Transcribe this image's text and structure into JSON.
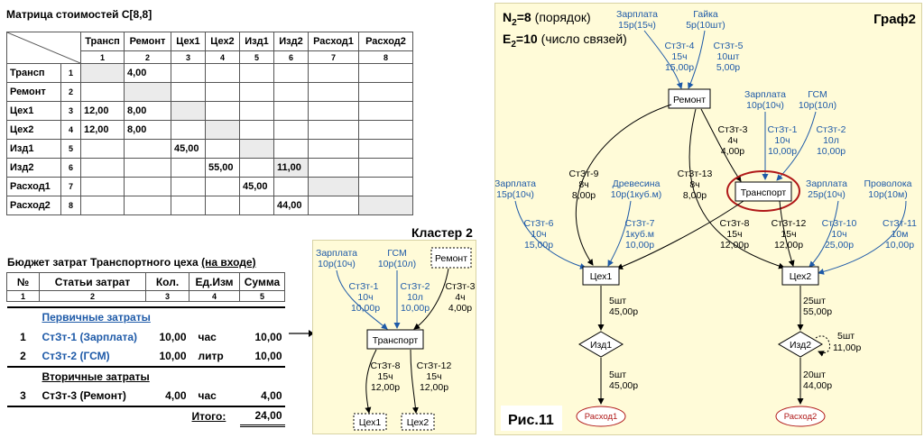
{
  "matrix": {
    "title": "Матрица стоимостей С[8,8]",
    "columns": [
      {
        "name": "Трансп",
        "idx": "1"
      },
      {
        "name": "Ремонт",
        "idx": "2"
      },
      {
        "name": "Цех1",
        "idx": "3"
      },
      {
        "name": "Цех2",
        "idx": "4"
      },
      {
        "name": "Изд1",
        "idx": "5"
      },
      {
        "name": "Изд2",
        "idx": "6"
      },
      {
        "name": "Расход1",
        "idx": "7"
      },
      {
        "name": "Расход2",
        "idx": "8"
      }
    ],
    "rows": [
      {
        "name": "Трансп",
        "idx": "1",
        "cells": [
          "",
          "4,00",
          "",
          "",
          "",
          "",
          "",
          ""
        ]
      },
      {
        "name": "Ремонт",
        "idx": "2",
        "cells": [
          "",
          "",
          "",
          "",
          "",
          "",
          "",
          ""
        ]
      },
      {
        "name": "Цех1",
        "idx": "3",
        "cells": [
          "12,00",
          "8,00",
          "",
          "",
          "",
          "",
          "",
          ""
        ]
      },
      {
        "name": "Цех2",
        "idx": "4",
        "cells": [
          "12,00",
          "8,00",
          "",
          "",
          "",
          "",
          "",
          ""
        ]
      },
      {
        "name": "Изд1",
        "idx": "5",
        "cells": [
          "",
          "",
          "45,00",
          "",
          "",
          "",
          "",
          ""
        ]
      },
      {
        "name": "Изд2",
        "idx": "6",
        "cells": [
          "",
          "",
          "",
          "55,00",
          "",
          "11,00",
          "",
          ""
        ]
      },
      {
        "name": "Расход1",
        "idx": "7",
        "cells": [
          "",
          "",
          "",
          "",
          "45,00",
          "",
          "",
          ""
        ]
      },
      {
        "name": "Расход2",
        "idx": "8",
        "cells": [
          "",
          "",
          "",
          "",
          "",
          "44,00",
          "",
          ""
        ]
      }
    ]
  },
  "budget": {
    "title": "Бюджет затрат Транспортного цеха",
    "title_suffix": "(на входе)",
    "headers": [
      "№",
      "Статьи затрат",
      "Кол.",
      "Ед.Изм",
      "Сумма"
    ],
    "header_idx": [
      "1",
      "2",
      "3",
      "4",
      "5"
    ],
    "primary_label": "Первичные затраты",
    "secondary_label": "Вторичные затраты",
    "rows": [
      {
        "n": "1",
        "name": "СтЗт-1 (Зарплата)",
        "qty": "10,00",
        "unit": "час",
        "sum": "10,00"
      },
      {
        "n": "2",
        "name": "СтЗт-2 (ГСМ)",
        "qty": "10,00",
        "unit": "литр",
        "sum": "10,00"
      },
      {
        "n": "3",
        "name": "СтЗт-3 (Ремонт)",
        "qty": "4,00",
        "unit": "час",
        "sum": "4,00"
      }
    ],
    "total_label": "Итого:",
    "total_value": "24,00"
  },
  "cluster": {
    "title": "Кластер 2",
    "labels": {
      "zp_src": [
        "Зарплата",
        "10р(10ч)"
      ],
      "gsm_src": [
        "ГСМ",
        "10р(10л)"
      ],
      "remont": "Ремонт",
      "e1": [
        "СтЗт-1",
        "10ч",
        "10,00р"
      ],
      "e2": [
        "СтЗт-2",
        "10л",
        "10,00р"
      ],
      "e3": [
        "СтЗт-3",
        "4ч",
        "4,00р"
      ],
      "transport": "Транспорт",
      "e8": [
        "СтЗт-8",
        "15ч",
        "12,00р"
      ],
      "e12": [
        "СтЗт-12",
        "15ч",
        "12,00р"
      ],
      "tseh1": "Цех1",
      "tseh2": "Цех2"
    }
  },
  "graph": {
    "title": "Граф2",
    "n_line": [
      "N",
      "2",
      "=8",
      "(порядок)"
    ],
    "e_line": [
      "E",
      "2",
      "=10",
      "(число связей)"
    ],
    "fig_label": "Рис.11",
    "nodes": {
      "remont": "Ремонт",
      "transport": "Транспорт",
      "tseh1": "Цех1",
      "tseh2": "Цех2",
      "izd1": "Изд1",
      "izd2": "Изд2",
      "rashod1": "Расход1",
      "rashod2": "Расход2"
    },
    "sources": {
      "zp_remont": [
        "Зарплата",
        "15р(15ч)"
      ],
      "gaika": [
        "Гайка",
        "5р(10шт)"
      ],
      "zp_trans": [
        "Зарплата",
        "10р(10ч)"
      ],
      "gsm": [
        "ГСМ",
        "10р(10л)"
      ],
      "zp_tseh1": [
        "Зарплата",
        "15р(10ч)"
      ],
      "drevesina": [
        "Древесина",
        "10р(1куб.м)"
      ],
      "zp_tseh2": [
        "Зарплата",
        "25р(10ч)"
      ],
      "provoloka": [
        "Проволока",
        "10р(10м)"
      ]
    },
    "edges": {
      "e4": [
        "СтЗт-4",
        "15ч",
        "15,00р"
      ],
      "e5": [
        "СтЗт-5",
        "10шт",
        "5,00р"
      ],
      "e3": [
        "СтЗт-3",
        "4ч",
        "4,00р"
      ],
      "e1": [
        "СтЗт-1",
        "10ч",
        "10,00р"
      ],
      "e2": [
        "СтЗт-2",
        "10л",
        "10,00р"
      ],
      "e9": [
        "СтЗт-9",
        "8ч",
        "8,00р"
      ],
      "e13": [
        "СтЗт-13",
        "8ч",
        "8,00р"
      ],
      "e6": [
        "СтЗт-6",
        "10ч",
        "15,00р"
      ],
      "e7": [
        "СтЗт-7",
        "1куб.м",
        "10,00р"
      ],
      "e8": [
        "СтЗт-8",
        "15ч",
        "12,00р"
      ],
      "e12": [
        "СтЗт-12",
        "15ч",
        "12,00р"
      ],
      "e10": [
        "СтЗт-10",
        "10ч",
        "25,00р"
      ],
      "e11": [
        "СтЗт-11",
        "10м",
        "10,00р"
      ],
      "t1_i1": [
        "5шт",
        "45,00р"
      ],
      "i1_r1": [
        "5шт",
        "45,00р"
      ],
      "t2_i2": [
        "25шт",
        "55,00р"
      ],
      "i2_loop": [
        "5шт",
        "11,00р"
      ],
      "i2_r2": [
        "20шт",
        "44,00р"
      ]
    }
  },
  "colors": {
    "panel_bg": "#fffbd8",
    "blue_edge": "#1e5aa8",
    "red": "#b01818",
    "diag_cell": "#ebebeb"
  }
}
